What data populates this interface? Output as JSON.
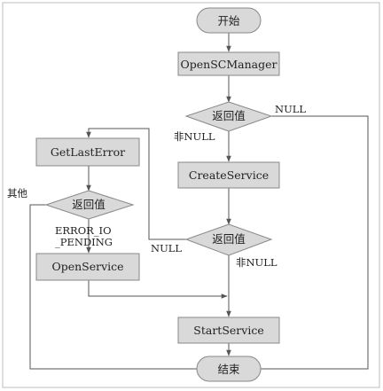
{
  "nodes": {
    "start": "开始",
    "openscmanager": "OpenSCManager",
    "check1": "返回值",
    "createservice": "CreateService",
    "check2": "返回值",
    "getlasterror": "GetLastError",
    "check3": "返回值",
    "openservice": "OpenService",
    "startservice": "StartService",
    "end": "结束"
  },
  "edges": {
    "check1_null": "NULL",
    "check1_notnull": "非NULL",
    "check2_null": "NULL",
    "check2_notnull": "非NULL",
    "check3_other": "其他",
    "check3_error_line1": "ERROR_IO",
    "check3_error_line2": "_PENDING"
  }
}
